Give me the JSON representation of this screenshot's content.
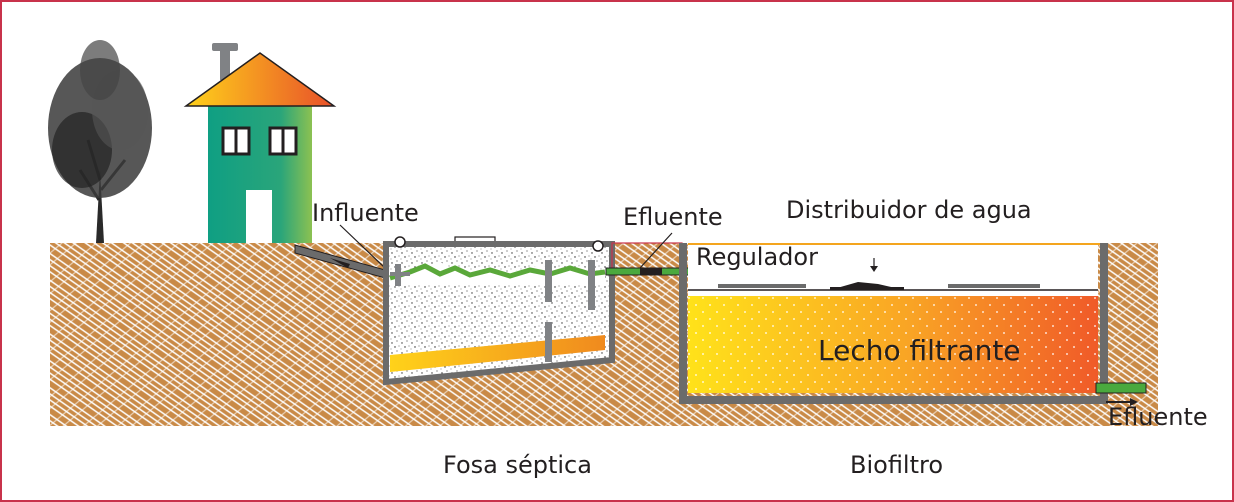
{
  "labels": {
    "influent": "Influente",
    "effluent_tank": "Efluente",
    "distributor": "Distribuidor de agua",
    "regulator": "Regulador",
    "filter_bed": "Lecho filtrante",
    "effluent_out": "Efluente",
    "septic_tank": "Fosa séptica",
    "biofilter": "Biofiltro"
  },
  "colors": {
    "frame": "#c8324b",
    "soil": "#c98a47",
    "soil_stripe": "#ffffff",
    "house_wall": "#14a085",
    "house_roof_start": "#ffd21a",
    "house_roof_end": "#e8502a",
    "pipe": "#4aa93e",
    "wall": "#6b6b6b",
    "sludge": "#f4a51e",
    "scum": "#5aa83a",
    "filter_start": "#ffe21a",
    "filter_end": "#f05a28"
  },
  "icons": [
    "tree-icon",
    "house-icon",
    "chimney-icon",
    "flow-arrow-icon"
  ]
}
